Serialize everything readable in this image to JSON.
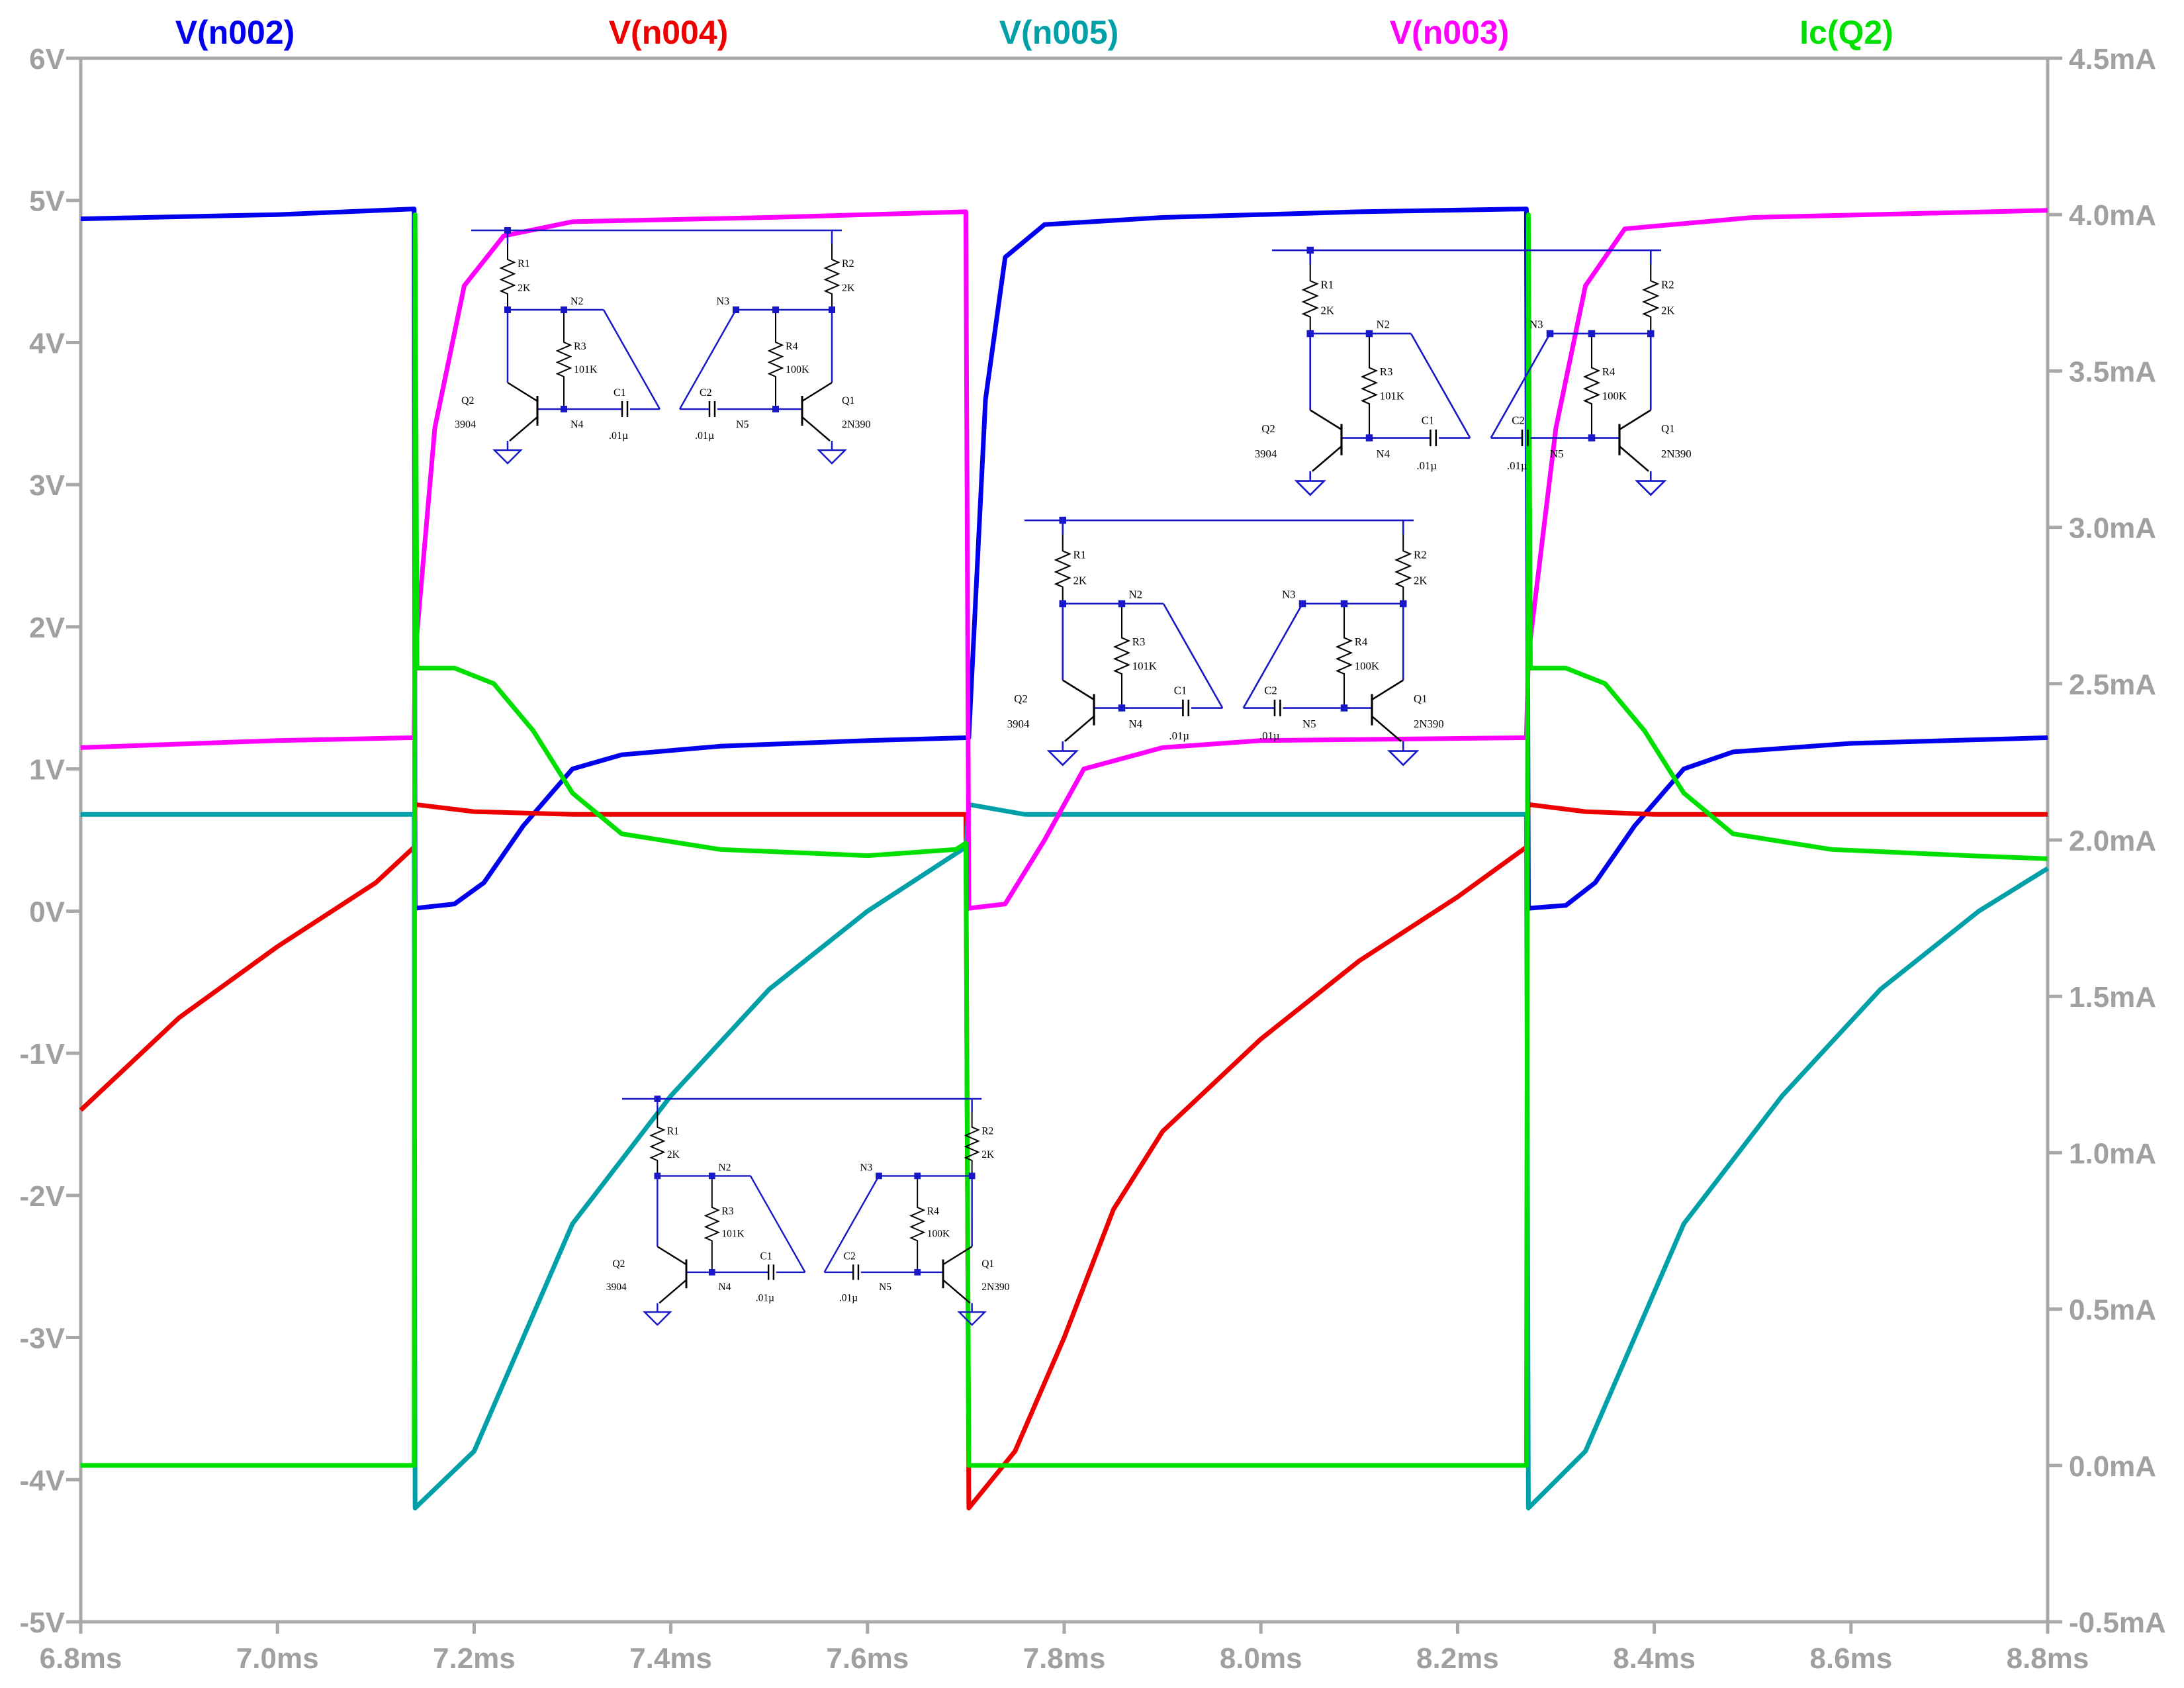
{
  "chart_data": {
    "type": "line",
    "title": "",
    "xlabel": "",
    "ylabel": "",
    "xlim": [
      6.8,
      8.8
    ],
    "ylim": [
      -5,
      6
    ],
    "y2lim": [
      -0.5,
      4.5
    ],
    "x_ticks": [
      "6.8ms",
      "7.0ms",
      "7.2ms",
      "7.4ms",
      "7.6ms",
      "7.8ms",
      "8.0ms",
      "8.2ms",
      "8.4ms",
      "8.6ms",
      "8.8ms"
    ],
    "y_ticks": [
      "6V",
      "5V",
      "4V",
      "3V",
      "2V",
      "1V",
      "0V",
      "-1V",
      "-2V",
      "-3V",
      "-4V",
      "-5V"
    ],
    "y2_ticks": [
      "4.5mA",
      "4.0mA",
      "3.5mA",
      "3.0mA",
      "2.5mA",
      "2.0mA",
      "1.5mA",
      "1.0mA",
      "0.5mA",
      "0.0mA",
      "-0.5mA"
    ],
    "grid": false,
    "legend_position": "top",
    "series": [
      {
        "name": "V(n002)",
        "color": "#0000ee",
        "axis": "left",
        "points": [
          [
            6.8,
            4.87
          ],
          [
            7.0,
            4.9
          ],
          [
            7.139,
            4.94
          ],
          [
            7.14,
            0.02
          ],
          [
            7.18,
            0.05
          ],
          [
            7.21,
            0.2
          ],
          [
            7.25,
            0.6
          ],
          [
            7.3,
            1.0
          ],
          [
            7.35,
            1.1
          ],
          [
            7.45,
            1.16
          ],
          [
            7.6,
            1.2
          ],
          [
            7.703,
            1.22
          ],
          [
            7.705,
            1.5
          ],
          [
            7.72,
            3.6
          ],
          [
            7.74,
            4.6
          ],
          [
            7.78,
            4.83
          ],
          [
            7.9,
            4.88
          ],
          [
            8.1,
            4.92
          ],
          [
            8.27,
            4.94
          ],
          [
            8.272,
            0.02
          ],
          [
            8.31,
            0.04
          ],
          [
            8.34,
            0.2
          ],
          [
            8.38,
            0.6
          ],
          [
            8.43,
            1.0
          ],
          [
            8.48,
            1.12
          ],
          [
            8.6,
            1.18
          ],
          [
            8.8,
            1.22
          ]
        ]
      },
      {
        "name": "V(n004)",
        "color": "#ee0000",
        "axis": "left",
        "points": [
          [
            6.8,
            -1.4
          ],
          [
            6.9,
            -0.75
          ],
          [
            7.0,
            -0.25
          ],
          [
            7.1,
            0.2
          ],
          [
            7.139,
            0.45
          ],
          [
            7.14,
            0.75
          ],
          [
            7.2,
            0.7
          ],
          [
            7.3,
            0.68
          ],
          [
            7.7,
            0.68
          ],
          [
            7.703,
            -4.2
          ],
          [
            7.75,
            -3.8
          ],
          [
            7.8,
            -3.0
          ],
          [
            7.85,
            -2.1
          ],
          [
            7.9,
            -1.55
          ],
          [
            8.0,
            -0.9
          ],
          [
            8.1,
            -0.35
          ],
          [
            8.2,
            0.1
          ],
          [
            8.27,
            0.45
          ],
          [
            8.272,
            0.75
          ],
          [
            8.33,
            0.7
          ],
          [
            8.4,
            0.68
          ],
          [
            8.8,
            0.68
          ]
        ]
      },
      {
        "name": "V(n005)",
        "color": "#00a0a8",
        "axis": "left",
        "points": [
          [
            6.8,
            0.68
          ],
          [
            7.139,
            0.68
          ],
          [
            7.14,
            -4.2
          ],
          [
            7.2,
            -3.8
          ],
          [
            7.25,
            -3.0
          ],
          [
            7.3,
            -2.2
          ],
          [
            7.4,
            -1.3
          ],
          [
            7.5,
            -0.55
          ],
          [
            7.6,
            0.0
          ],
          [
            7.7,
            0.45
          ],
          [
            7.703,
            0.75
          ],
          [
            7.76,
            0.68
          ],
          [
            8.27,
            0.68
          ],
          [
            8.272,
            -4.2
          ],
          [
            8.33,
            -3.8
          ],
          [
            8.38,
            -3.0
          ],
          [
            8.43,
            -2.2
          ],
          [
            8.53,
            -1.3
          ],
          [
            8.63,
            -0.55
          ],
          [
            8.73,
            0.0
          ],
          [
            8.8,
            0.3
          ]
        ]
      },
      {
        "name": "V(n003)",
        "color": "#ff00ff",
        "axis": "left",
        "points": [
          [
            6.8,
            1.15
          ],
          [
            7.0,
            1.2
          ],
          [
            7.139,
            1.22
          ],
          [
            7.14,
            1.8
          ],
          [
            7.16,
            3.4
          ],
          [
            7.19,
            4.4
          ],
          [
            7.23,
            4.75
          ],
          [
            7.3,
            4.85
          ],
          [
            7.5,
            4.88
          ],
          [
            7.7,
            4.92
          ],
          [
            7.703,
            0.02
          ],
          [
            7.74,
            0.05
          ],
          [
            7.78,
            0.5
          ],
          [
            7.82,
            1.0
          ],
          [
            7.9,
            1.15
          ],
          [
            8.0,
            1.2
          ],
          [
            8.27,
            1.22
          ],
          [
            8.272,
            1.8
          ],
          [
            8.3,
            3.4
          ],
          [
            8.33,
            4.4
          ],
          [
            8.37,
            4.8
          ],
          [
            8.5,
            4.88
          ],
          [
            8.8,
            4.93
          ]
        ]
      },
      {
        "name": "Ic(Q2)",
        "color": "#00e000",
        "axis": "right",
        "points": [
          [
            6.8,
            0.0
          ],
          [
            7.139,
            0.0
          ],
          [
            7.14,
            4.0
          ],
          [
            7.142,
            2.55
          ],
          [
            7.18,
            2.55
          ],
          [
            7.22,
            2.5
          ],
          [
            7.26,
            2.35
          ],
          [
            7.3,
            2.15
          ],
          [
            7.35,
            2.02
          ],
          [
            7.45,
            1.97
          ],
          [
            7.6,
            1.95
          ],
          [
            7.69,
            1.97
          ],
          [
            7.7,
            1.99
          ],
          [
            7.703,
            0.0
          ],
          [
            8.27,
            0.0
          ],
          [
            8.272,
            4.0
          ],
          [
            8.274,
            2.55
          ],
          [
            8.31,
            2.55
          ],
          [
            8.35,
            2.5
          ],
          [
            8.39,
            2.35
          ],
          [
            8.43,
            2.15
          ],
          [
            8.48,
            2.02
          ],
          [
            8.58,
            1.97
          ],
          [
            8.72,
            1.95
          ],
          [
            8.8,
            1.94
          ]
        ]
      }
    ]
  },
  "schematic": {
    "r1": "R1",
    "r1_val": "2K",
    "r2": "R2",
    "r2_val": "2K",
    "r3": "R3",
    "r3_val": "101K",
    "r4": "R4",
    "r4_val": "100K",
    "c1": "C1",
    "c1_val": ".01µ",
    "c2": "C2",
    "c2_val": ".01µ",
    "q1": "Q1",
    "q1_val": "2N390",
    "q2": "Q2",
    "q2_val": "3904",
    "n2": "N2",
    "n3": "N3",
    "n4": "N4",
    "n5": "N5"
  }
}
